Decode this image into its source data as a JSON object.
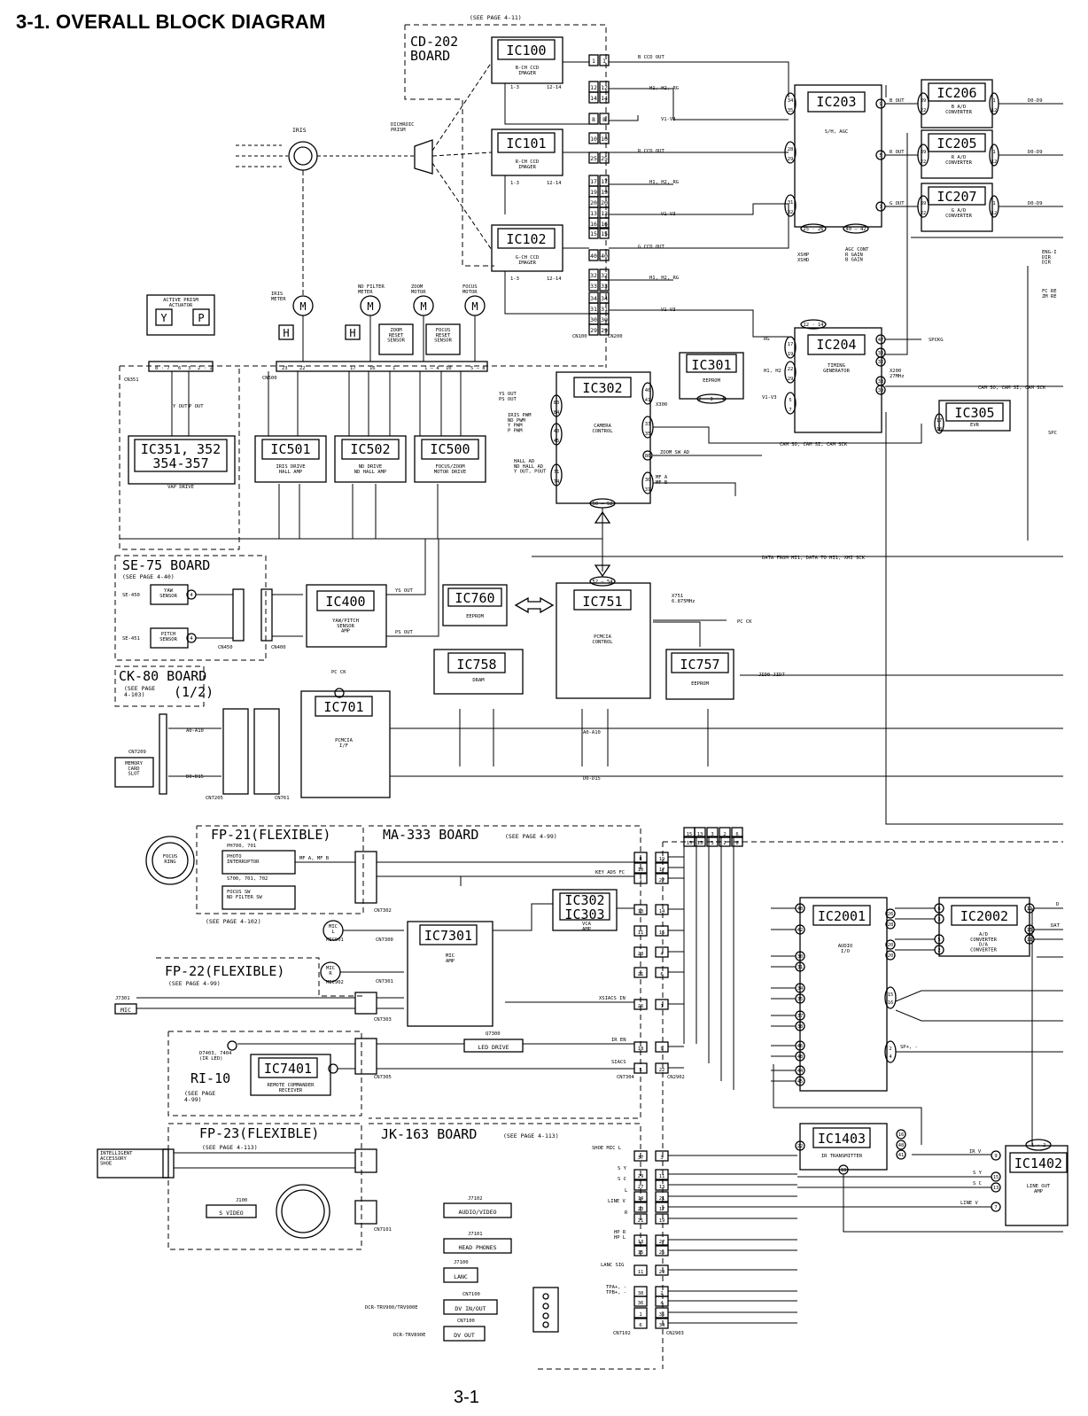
{
  "title": "3-1.  OVERALL BLOCK DIAGRAM",
  "page_number": "3-1",
  "boards": {
    "cd202": {
      "label": "CD-202\nBOARD",
      "ref": "(SEE PAGE 4-11)"
    },
    "se75": {
      "label": "SE-75 BOARD",
      "ref": "(SEE PAGE 4-40)"
    },
    "ck80": {
      "label": "CK-80 BOARD",
      "ref": "(SEE PAGE\n4-103)",
      "part": "(1/2)"
    },
    "fp21": {
      "label": "FP-21(FLEXIBLE)",
      "ref": "(SEE PAGE 4-102)"
    },
    "ma333": {
      "label": "MA-333 BOARD",
      "ref": "(SEE PAGE 4-99)"
    },
    "fp22": {
      "label": "FP-22(FLEXIBLE)",
      "ref": "(SEE PAGE 4-99)"
    },
    "ri10": {
      "label": "RI-10",
      "ref": "(SEE PAGE\n4-99)"
    },
    "fp23": {
      "label": "FP-23(FLEXIBLE)",
      "ref": "(SEE PAGE 4-113)"
    },
    "jk163": {
      "label": "JK-163 BOARD",
      "ref": "(SEE PAGE 4-113)"
    }
  },
  "ics": [
    {
      "id": "IC100",
      "desc": "B-CH CCD\nIMAGER"
    },
    {
      "id": "IC101",
      "desc": "R-CH CCD\nIMAGER"
    },
    {
      "id": "IC102",
      "desc": "G-CH CCD\nIMAGER"
    },
    {
      "id": "IC203",
      "desc": "S/H, AGC"
    },
    {
      "id": "IC206",
      "desc": "B A/D\nCONVERTER"
    },
    {
      "id": "IC205",
      "desc": "R A/D\nCONVERTER"
    },
    {
      "id": "IC207",
      "desc": "G A/D\nCONVERTER"
    },
    {
      "id": "IC204",
      "desc": "TIMING\nGENERATOR"
    },
    {
      "id": "IC301",
      "desc": "EEPROM"
    },
    {
      "id": "IC302",
      "desc": "CAMERA\nCONTROL"
    },
    {
      "id": "IC305",
      "desc": "EVR"
    },
    {
      "id": "IC351, 352\n354-357",
      "desc": "VAP DRIVE"
    },
    {
      "id": "IC501",
      "desc": "IRIS DRIVE\nHALL AMP"
    },
    {
      "id": "IC502",
      "desc": "ND DRIVE\nND HALL AMP"
    },
    {
      "id": "IC500",
      "desc": "FOCUS/ZOOM\nMOTOR DRIVE"
    },
    {
      "id": "IC400",
      "desc": "YAW/PITCH\nSENSOR\nAMP"
    },
    {
      "id": "IC760",
      "desc": "EEPROM"
    },
    {
      "id": "IC751",
      "desc": "PCMCIA\nCONTROL"
    },
    {
      "id": "IC758",
      "desc": "DRAM"
    },
    {
      "id": "IC757",
      "desc": "EEPROM"
    },
    {
      "id": "IC701",
      "desc": "PCMCIA\nI/F"
    },
    {
      "id": "IC7301",
      "desc": "MIC\nAMP"
    },
    {
      "id": "IC302\nIC303",
      "desc": "VCA\nAMP"
    },
    {
      "id": "IC7401",
      "desc": "REMOTE COMMANDER\nRECEIVER"
    },
    {
      "id": "IC2001",
      "desc": "AUDIO\nI/O"
    },
    {
      "id": "IC2002",
      "desc": "A/D\nCONVERTER\nD/A\nCONVERTER"
    },
    {
      "id": "IC1403",
      "desc": "IR TRANSMITTER"
    },
    {
      "id": "IC1402",
      "desc": "LINE OUT\nAMP"
    }
  ],
  "components": {
    "iris": "IRIS",
    "dichroic": "DICHROIC\nPRISM",
    "active_prism": "ACTIVE PRISM\nACTUATOR",
    "y": "Y",
    "p": "P",
    "iris_meter": "IRIS\nMETER",
    "nd_meter": "ND FILTER\nMETER",
    "zoom_motor": "ZOOM\nMOTOR",
    "focus_motor": "FOCUS\nMOTOR",
    "zoom_reset": "ZOOM\nRESET\nSENSOR",
    "focus_reset": "FOCUS\nRESET\nSENSOR",
    "m": "M",
    "h": "H",
    "yaw": "YAW\nSENSOR",
    "pitch": "PITCH\nSENSOR",
    "se450": "SE-450",
    "se451": "SE-451",
    "memory_card": "MEMORY\nCARD\nSLOT",
    "focus_ring": "FOCUS\nRING",
    "photo_int": "PHOTO\nINTERRUPTOR",
    "focus_sw": "FOCUS SW\nND FILTER SW",
    "mic_l": "MIC\nL",
    "mic_r": "MIC\nR",
    "mic": "MIC",
    "led_drive": "LED DRIVE",
    "ir_led": "D7403, 7404\n(IR LED)",
    "intelligent_shoe": "INTELLIGENT\nACCESSORY\nSHOE",
    "s_video": "S VIDEO",
    "audio_video": "AUDIO/VIDEO",
    "head_phones": "HEAD PHONES",
    "lanc": "LANC",
    "dv_inout": "DV IN/OUT",
    "dv_out": "DV OUT",
    "dcr900": "DCR-TRV900/TRV900E",
    "dcr890": "DCR-TRV890E"
  },
  "signals": {
    "b_ccd_out": "B CCD OUT",
    "r_ccd_out": "R CCD OUT",
    "g_ccd_out": "G CCD OUT",
    "h1h2rg": "H1, H2, RG",
    "v1v3": "V1-V3",
    "b_out": "B OUT",
    "r_out": "R OUT",
    "g_out": "G OUT",
    "d0d9": "D0-D9",
    "xshp": "XSHP\nXSHD",
    "agc": "AGC CONT\nR GAIN\nB GAIN",
    "spck": "SPCKG",
    "x200": "X200\n27MHz",
    "cam_so": "CAM SO, CAM SI, CAM SCK",
    "ys_out": "YS OUT\nPS OUT",
    "iris_pwm": "IRIS PWM\nND PWM\nY PWM\nP PWM",
    "hall_ad": "HALL AD\nND HALL AD\nY OUT, POUT",
    "zoom_sw": "ZOOM SW AD",
    "mf": "MF A\nMF B",
    "data_from": "DATA FROM HI1, DATA TO HI1, XHI SCK",
    "x751": "X751\n6.875MHz",
    "pc_ck": "PC CK",
    "jid": "JID0-JID7",
    "a0a10": "A0-A10",
    "d0d15": "D0-D15",
    "key_ad5": "KEY AD5 FC",
    "xsiacs": "XSIACS IN",
    "ir_en": "IR EN",
    "siacs": "SIACS",
    "shoe_mic": "SHOE MIC L",
    "line_v": "LINE V",
    "lanc_sig": "LANC SIG",
    "hp": "HP R\nHP L",
    "sp": "SP+, -",
    "q7300": "Q7300",
    "eng": "ENG-I\nDIR\nDIR",
    "fc": "FC RE\nZM RE"
  }
}
